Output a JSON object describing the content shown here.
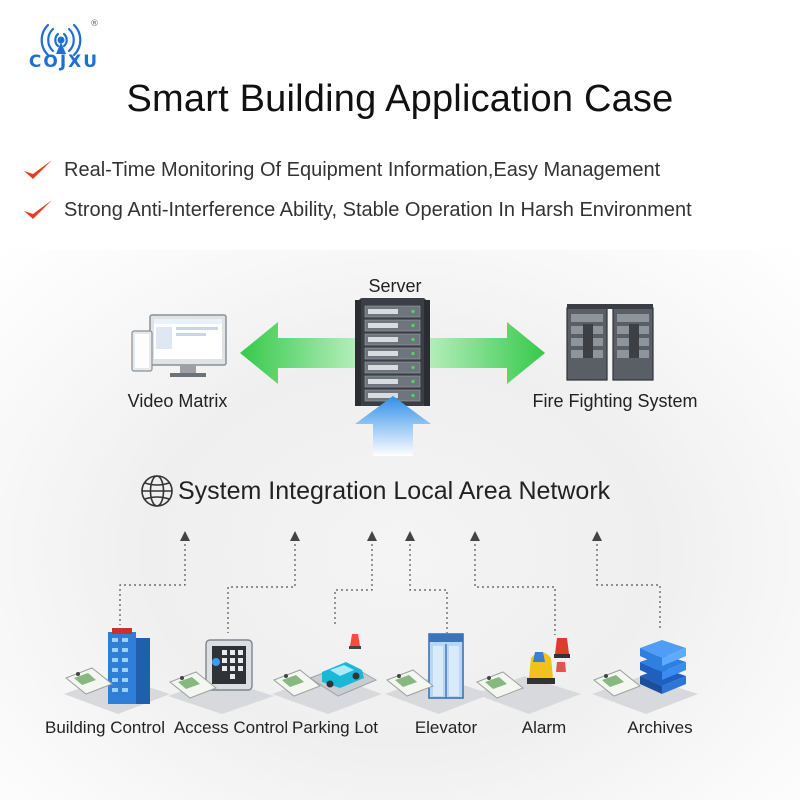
{
  "brand": {
    "logo_text": "COJXU",
    "registered_mark": "®"
  },
  "title": "Smart Building Application Case",
  "features": [
    "Real-Time Monitoring Of Equipment Information,Easy Management",
    "Strong Anti-Interference Ability, Stable Operation In Harsh Environment"
  ],
  "diagram": {
    "server_label": "Server",
    "left_label": "Video Matrix",
    "right_label": "Fire Fighting System",
    "lan_label": "System Integration Local Area Network",
    "nodes": [
      {
        "label": "Building Control"
      },
      {
        "label": "Access Control"
      },
      {
        "label": "Parking Lot"
      },
      {
        "label": "Elevator"
      },
      {
        "label": "Alarm"
      },
      {
        "label": "Archives"
      }
    ]
  },
  "colors": {
    "accent_blue": "#1d6fd6",
    "check_red": "#e0401f",
    "arrow_green": "#3ccf4e",
    "arrow_blue": "#2f8fe8"
  }
}
